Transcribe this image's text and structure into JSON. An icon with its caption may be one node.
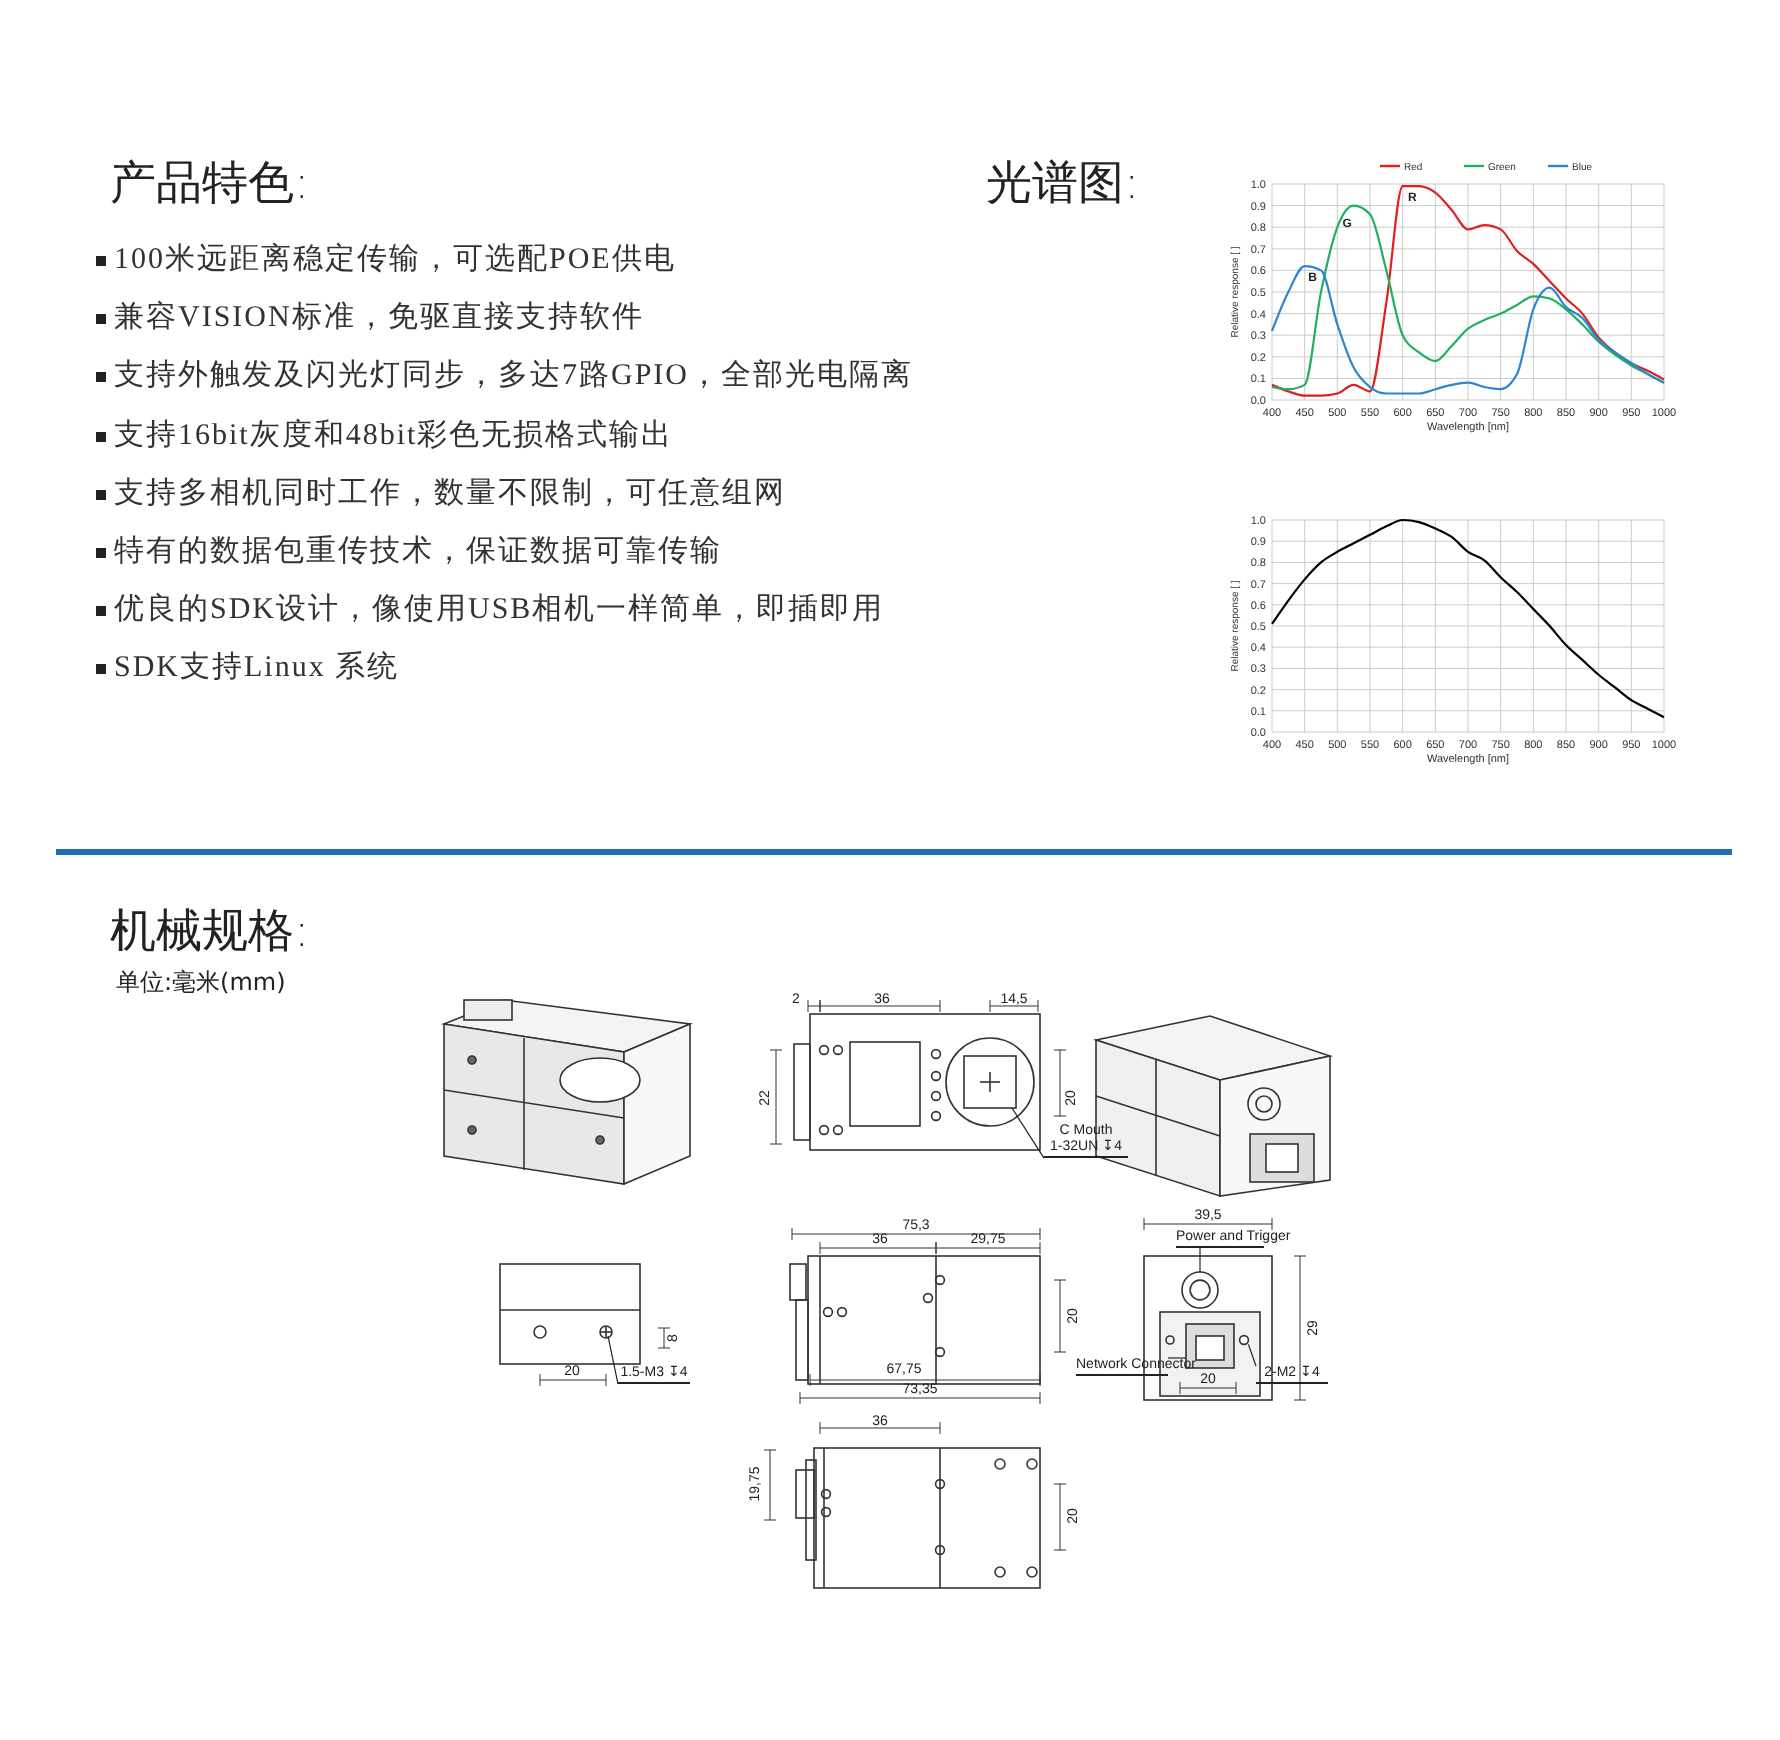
{
  "diagram": {
    "nodes": [
      {
        "text": [
          "C Mouth",
          "1-32UN ↧4"
        ]
      },
      {
        "text": [
          "1.5-M3 ↧4"
        ]
      },
      {
        "text": [
          "Power and Trigger"
        ]
      },
      {
        "text": [
          "Network Connector"
        ]
      },
      {
        "text": [
          "2-M2 ↧4"
        ]
      },
      {
        "text": [],
        "shape": "circle"
      },
      {
        "text": [],
        "shape": "box"
      },
      {
        "text": [],
        "shape": "circle"
      }
    ],
    "edges": [
      {
        "from": 0,
        "to": null,
        "arrow": "none"
      },
      {
        "from": 1,
        "to": null,
        "arrow": "none"
      },
      {
        "from": 2,
        "to": 5,
        "arrow": "none"
      },
      {
        "from": 3,
        "to": 6,
        "arrow": "none"
      },
      {
        "from": 4,
        "to": 7,
        "arrow": "none"
      }
    ],
    "labels": [
      "产品特色:",
      "光谱图:",
      "100米远距离稳定传输，可选配POE供电",
      "兼容VISION标准，免驱直接支持软件",
      "支持外触发及闪光灯同步，多达7路GPIO，全部光电隔离",
      "支持16bit灰度和48bit彩色无损格式输出",
      "支持多相机同时工作，数量不限制，可任意组网",
      "特有的数据包重传技术，保证数据可靠传输",
      "优良的SDK设计，像使用USB相机一样简单，即插即用",
      "SDK支持Linux 系统",
      "机械规格:",
      "单位:毫米(mm)",
      "2",
      "36",
      "14,5",
      "22",
      "20",
      "75,3",
      "36",
      "29,75",
      "39,5",
      "8",
      "20",
      "29",
      "20",
      "20",
      "67,75",
      "73,35",
      "36",
      "19,75",
      "20"
    ],
    "chart_data": [
      {
        "type": "line",
        "xlabel": "Wavelength [nm]",
        "ylabel": "Relative response [ ]",
        "x": [
          400,
          425,
          450,
          475,
          500,
          525,
          550,
          575,
          600,
          625,
          650,
          675,
          700,
          725,
          750,
          775,
          800,
          825,
          850,
          875,
          900,
          925,
          950,
          975,
          1000
        ],
        "xlim": [
          400,
          1000
        ],
        "ylim": [
          0,
          1
        ],
        "xticks": [
          400,
          450,
          500,
          550,
          600,
          650,
          700,
          750,
          800,
          850,
          900,
          950,
          1000
        ],
        "yticks": [
          {
            "value": 0,
            "label": "0.0"
          },
          {
            "value": 0.1,
            "label": "0.1"
          },
          {
            "value": 0.2,
            "label": "0.2"
          },
          {
            "value": 0.3,
            "label": "0.3"
          },
          {
            "value": 0.4,
            "label": "0.4"
          },
          {
            "value": 0.5,
            "label": "0.5"
          },
          {
            "value": 0.6,
            "label": "0.6"
          },
          {
            "value": 0.7,
            "label": "0.7"
          },
          {
            "value": 0.8,
            "label": "0.8"
          },
          {
            "value": 0.9,
            "label": "0.9"
          },
          {
            "value": 1,
            "label": "1.0"
          }
        ],
        "series": [
          {
            "name": "Red",
            "color": "#e02020",
            "values": [
              0.07,
              0.04,
              0.02,
              0.02,
              0.03,
              0.07,
              0.04,
              0.45,
              0.99,
              0.99,
              0.96,
              0.88,
              0.79,
              0.81,
              0.79,
              0.69,
              0.63,
              0.55,
              0.47,
              0.4,
              0.29,
              0.22,
              0.17,
              0.135,
              0.095
            ]
          },
          {
            "name": "Green",
            "color": "#20b060",
            "values": [
              0.06,
              0.05,
              0.07,
              0.5,
              0.8,
              0.9,
              0.86,
              0.6,
              0.3,
              0.22,
              0.18,
              0.25,
              0.33,
              0.37,
              0.4,
              0.44,
              0.48,
              0.47,
              0.42,
              0.35,
              0.27,
              0.21,
              0.16,
              0.12,
              0.08
            ]
          },
          {
            "name": "Blue",
            "color": "#2a86d0",
            "values": [
              0.32,
              0.5,
              0.62,
              0.6,
              0.35,
              0.15,
              0.06,
              0.03,
              0.03,
              0.03,
              0.05,
              0.07,
              0.08,
              0.06,
              0.05,
              0.12,
              0.42,
              0.52,
              0.43,
              0.38,
              0.28,
              0.22,
              0.17,
              0.12,
              0.08
            ]
          }
        ],
        "grid": true,
        "legend": "top",
        "annotations": [
          "R",
          "G",
          "B"
        ]
      },
      {
        "type": "line",
        "xlabel": "Wavelength [nm]",
        "ylabel": "Relative response [ ]",
        "x": [
          400,
          425,
          450,
          475,
          500,
          525,
          550,
          575,
          600,
          625,
          650,
          675,
          700,
          725,
          750,
          775,
          800,
          825,
          850,
          875,
          900,
          925,
          950,
          975,
          1000
        ],
        "xlim": [
          400,
          1000
        ],
        "ylim": [
          0,
          1
        ],
        "xticks": [
          400,
          450,
          500,
          550,
          600,
          650,
          700,
          750,
          800,
          850,
          900,
          950,
          1000
        ],
        "yticks": [
          {
            "value": 0,
            "label": "0.0"
          },
          {
            "value": 0.1,
            "label": "0.1"
          },
          {
            "value": 0.2,
            "label": "0.2"
          },
          {
            "value": 0.3,
            "label": "0.3"
          },
          {
            "value": 0.4,
            "label": "0.4"
          },
          {
            "value": 0.5,
            "label": "0.5"
          },
          {
            "value": 0.6,
            "label": "0.6"
          },
          {
            "value": 0.7,
            "label": "0.7"
          },
          {
            "value": 0.8,
            "label": "0.8"
          },
          {
            "value": 0.9,
            "label": "0.9"
          },
          {
            "value": 1,
            "label": "1.0"
          }
        ],
        "grid": true,
        "series": [
          {
            "color": "#000000",
            "values": [
              0.51,
              0.62,
              0.72,
              0.8,
              0.85,
              0.89,
              0.93,
              0.97,
              1.0,
              0.99,
              0.96,
              0.92,
              0.85,
              0.81,
              0.73,
              0.66,
              0.58,
              0.5,
              0.41,
              0.34,
              0.27,
              0.21,
              0.15,
              0.11,
              0.07
            ]
          }
        ]
      }
    ]
  }
}
